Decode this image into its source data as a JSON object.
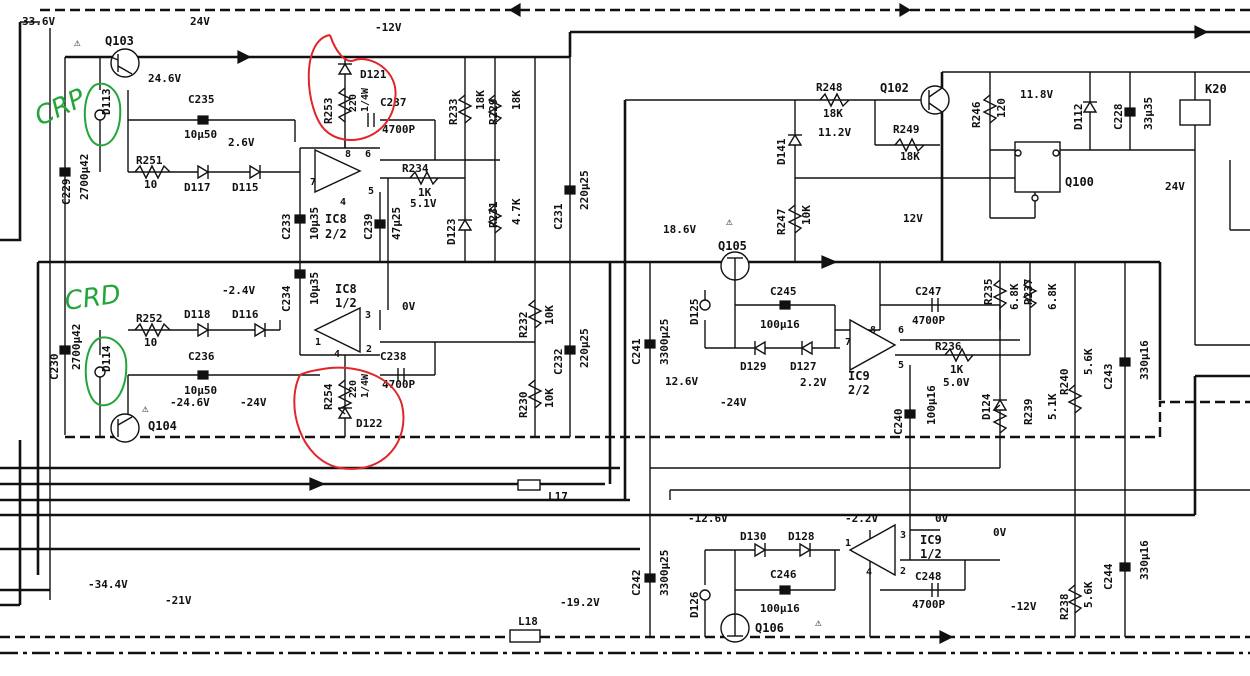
{
  "voltages": {
    "v_33_6": "33.6V",
    "v_24_top": "24V",
    "v_neg12_top": "-12V",
    "v_24_6": "24.6V",
    "v_2_6": "2.6V",
    "v_5_1_top": "5.1V",
    "v_neg2_4": "-2.4V",
    "v_0_ic8": "0V",
    "v_neg24_6": "-24.6V",
    "v_neg24_left": "-24V",
    "v_neg24_mid": "-24V",
    "v_neg34_4": "-34.4V",
    "v_neg21": "-21V",
    "v_neg19_2": "-19.2V",
    "v_11_8": "11.8V",
    "v_11_2": "11.2V",
    "v_24_right": "24V",
    "v_12": "12V",
    "v_18_6": "18.6V",
    "v_12_6": "12.6V",
    "v_2_2": "2.2V",
    "v_5_0": "5.0V",
    "v_neg12_6": "-12.6V",
    "v_neg2_2": "-2.2V",
    "v_0_ic9a": "0V",
    "v_0_ic9b": "0V",
    "v_neg12_bottom": "-12V"
  },
  "components": {
    "q103": "Q103",
    "q104": "Q104",
    "q102": "Q102",
    "q105": "Q105",
    "q106": "Q106",
    "q100": "Q100",
    "d113": "D113",
    "d114": "D114",
    "d117": "D117",
    "d115": "D115",
    "d118": "D118",
    "d116": "D116",
    "d121": "D121",
    "d122": "D122",
    "d123": "D123",
    "d124": "D124",
    "d125": "D125",
    "d126": "D126",
    "d127": "D127",
    "d128": "D128",
    "d129": "D129",
    "d130": "D130",
    "d141": "D141",
    "d112": "D112",
    "r251": "R251",
    "r251_v": "10",
    "r252": "R252",
    "r252_v": "10",
    "r253": "R253",
    "r253_v": "220",
    "r253_w": "1/4W",
    "r254": "R254",
    "r254_v": "220",
    "r254_w": "1/4W",
    "r233": "R233",
    "r233_v": "18K",
    "r229": "R229",
    "r229_v": "18K",
    "r231": "R231",
    "r231_v": "4.7K",
    "r234": "R234",
    "r234_v": "1K",
    "r232": "R232",
    "r232_v": "10K",
    "r230": "R230",
    "r230_v": "10K",
    "r248": "R248",
    "r248_v": "18K",
    "r249": "R249",
    "r249_v": "18K",
    "r247": "R247",
    "r247_v": "10K",
    "r246": "R246",
    "r246_v": "120",
    "r235": "R235",
    "r235_v": "6.8K",
    "r237": "R237",
    "r237_v": "6.8K",
    "r236": "R236",
    "r236_v": "1K",
    "r239": "R239",
    "r239_v": "5.1K",
    "r240": "R240",
    "r240_v": "5.6K",
    "r238": "R238",
    "r238_v": "5.6K",
    "c235": "C235",
    "c235_v": "10μ50",
    "c236": "C236",
    "c236_v": "10μ50",
    "c237": "C237",
    "c237_v": "4700P",
    "c238": "C238",
    "c238_v": "4700P",
    "c229": "C229",
    "c229_v": "2700μ42",
    "c230": "C230",
    "c230_v": "2700μ42",
    "c233": "C233",
    "c233_v": "10μ35",
    "c234": "C234",
    "c234_v": "10μ35",
    "c239": "C239",
    "c239_v": "47μ25",
    "c231": "C231",
    "c231_v": "220μ25",
    "c232": "C232",
    "c232_v": "220μ25",
    "c241": "C241",
    "c241_v": "3300μ25",
    "c242": "C242",
    "c242_v": "3300μ25",
    "c245": "C245",
    "c245_v": "100μ16",
    "c246": "C246",
    "c246_v": "100μ16",
    "c247": "C247",
    "c247_v": "4700P",
    "c248": "C248",
    "c248_v": "4700P",
    "c240": "C240",
    "c240_v": "100μ16",
    "c243": "C243",
    "c243_v": "330μ16",
    "c244": "C244",
    "c244_v": "330μ16",
    "c228": "C228",
    "c228_v": "33μ35",
    "ic8a": "IC8",
    "ic8a_sub": "2/2",
    "ic8b": "IC8",
    "ic8b_sub": "1/2",
    "ic9a": "IC9",
    "ic9a_sub": "2/2",
    "ic9b": "IC9",
    "ic9b_sub": "1/2",
    "l17": "L17",
    "l18": "L18",
    "k20": "K20",
    "pin8": "8",
    "pin6": "6",
    "pin7": "7",
    "pin5": "5",
    "pin4": "4",
    "pin3": "3",
    "pin2": "2",
    "pin1": "1"
  },
  "annotations": {
    "crp": "CRP",
    "crd": "CRD",
    "warning_symbol": "⚠"
  },
  "colors": {
    "ink": "#111111",
    "red_markup": "#e0262a",
    "green_markup": "#23a53a"
  }
}
